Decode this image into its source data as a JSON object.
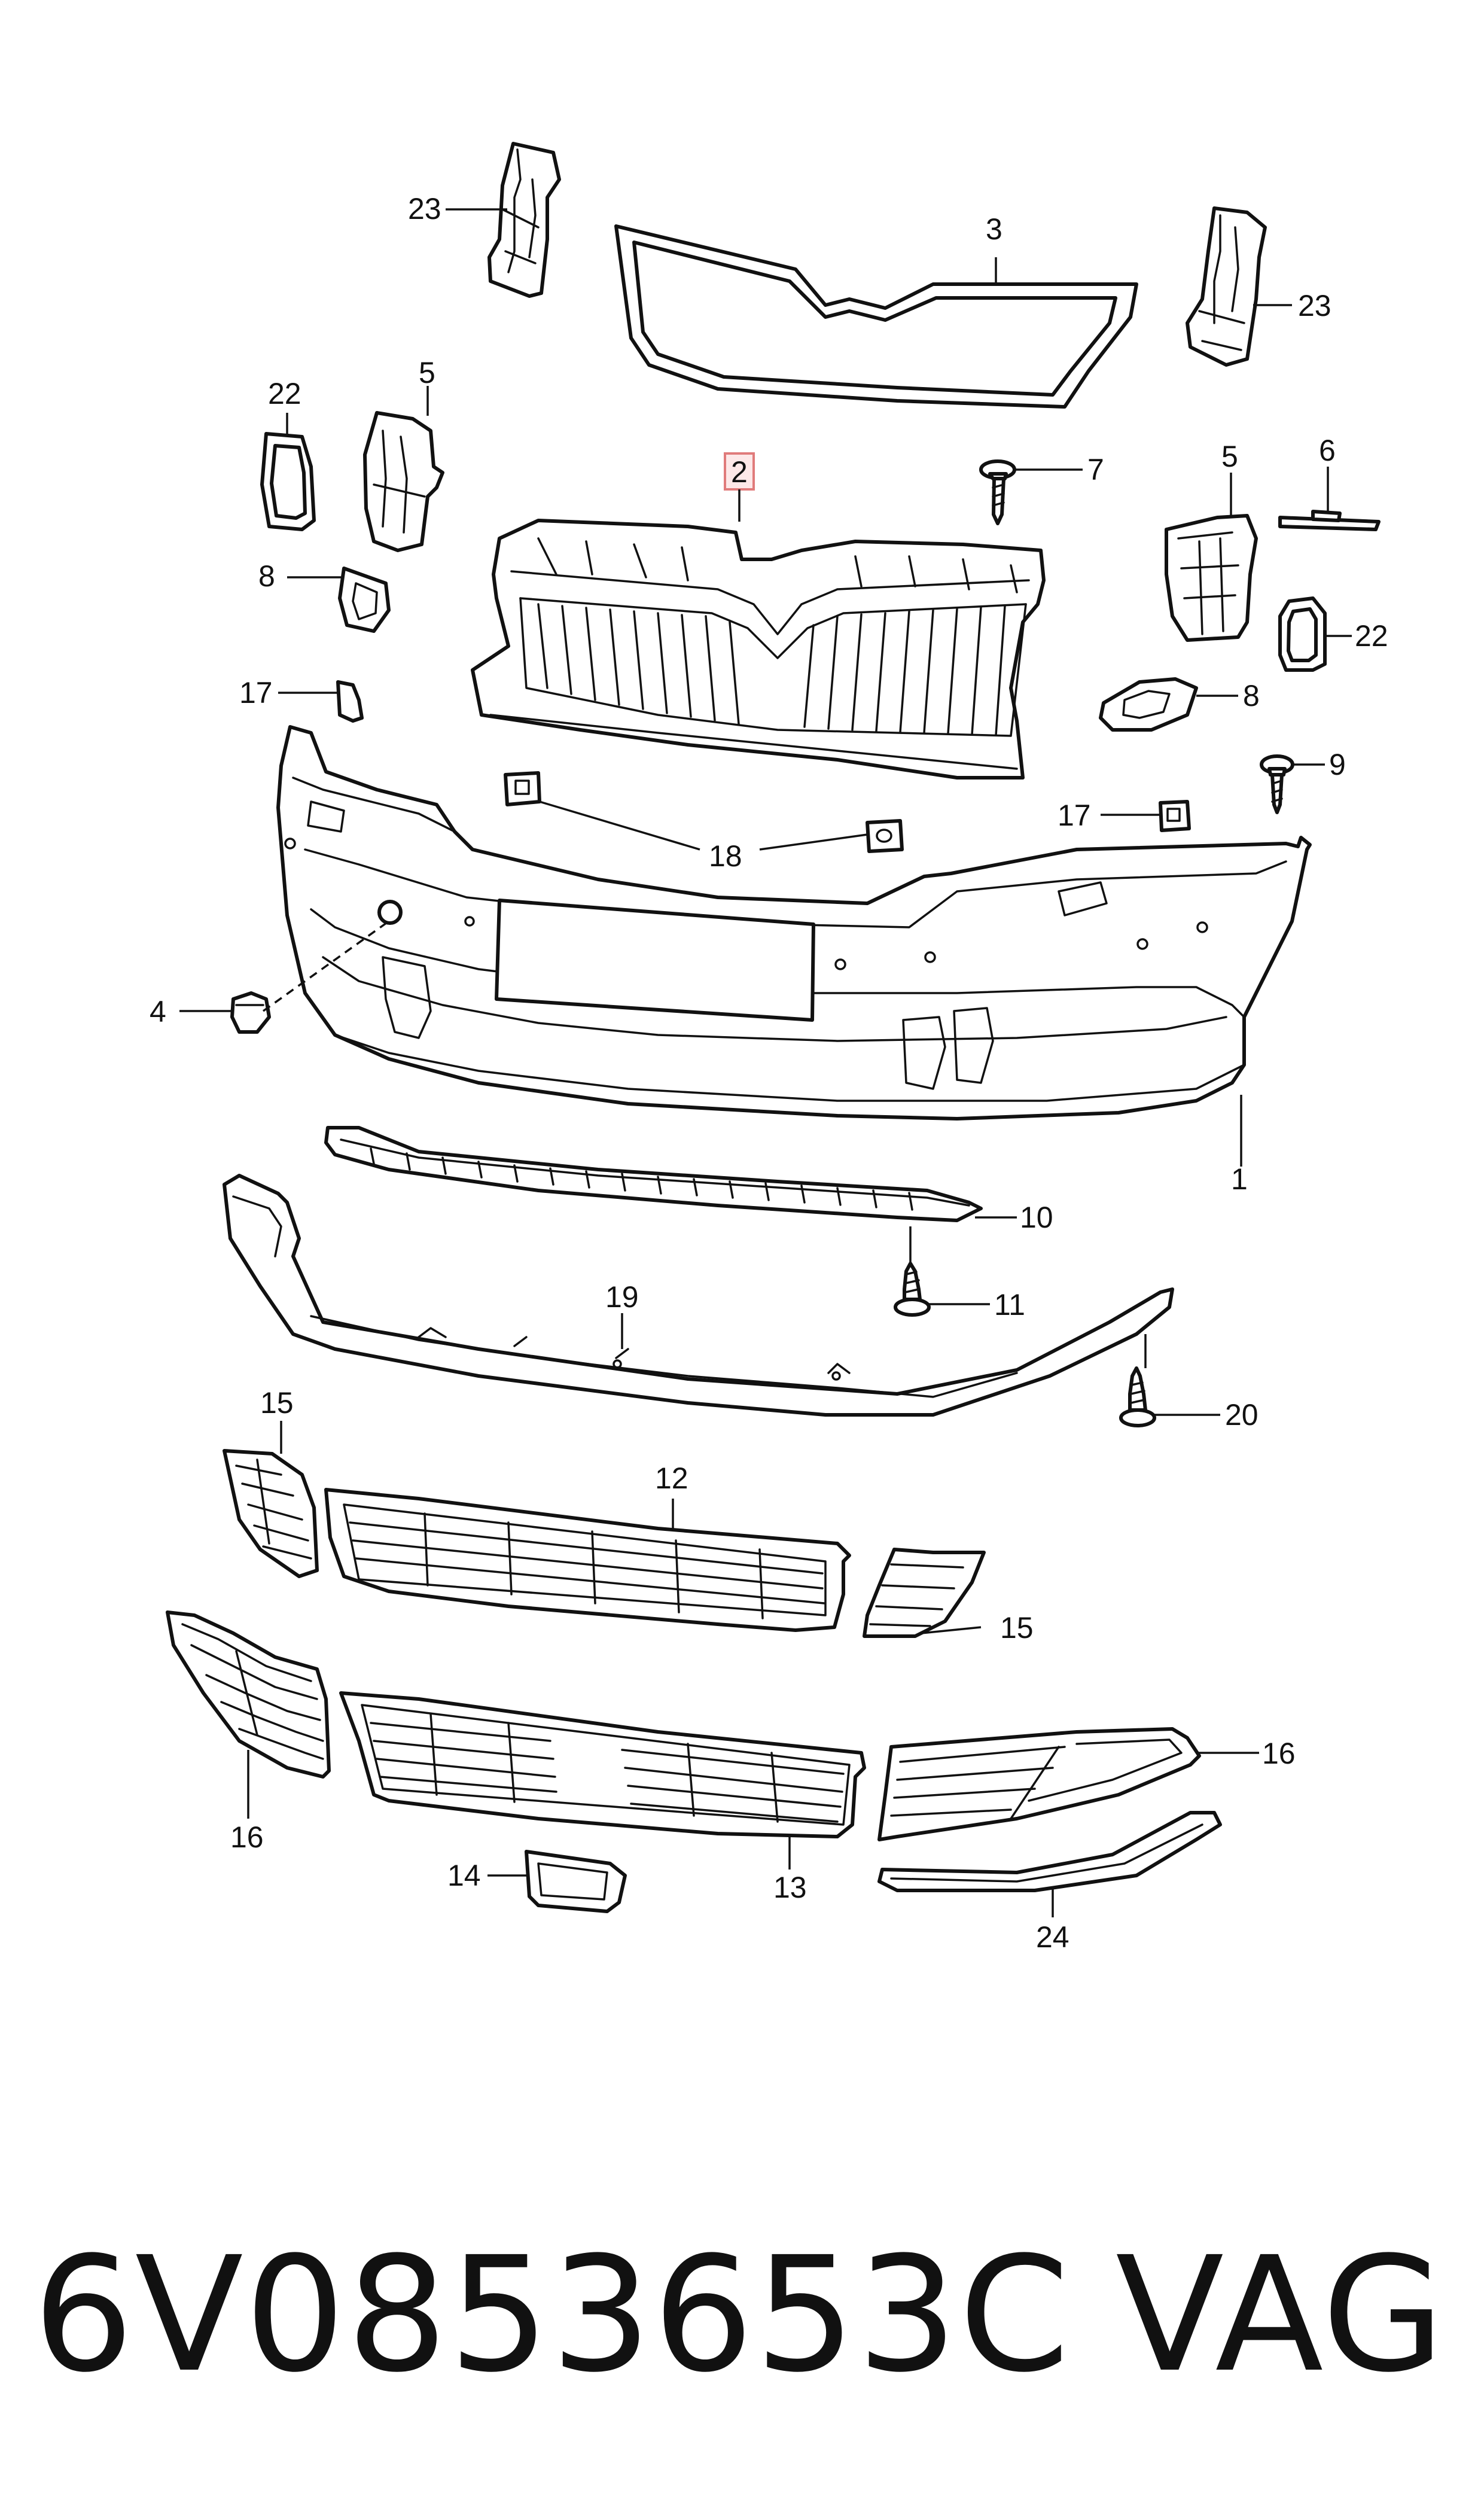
{
  "diagram": {
    "highlighted_label": "2",
    "callouts": [
      "1",
      "2",
      "3",
      "4",
      "5",
      "5",
      "6",
      "7",
      "8",
      "8",
      "9",
      "10",
      "11",
      "12",
      "13",
      "14",
      "15",
      "15",
      "16",
      "16",
      "17",
      "17",
      "18",
      "19",
      "20",
      "22",
      "22",
      "23",
      "23",
      "24"
    ]
  },
  "footer": {
    "part_number": "6V0853653C",
    "brand": "VAG"
  }
}
